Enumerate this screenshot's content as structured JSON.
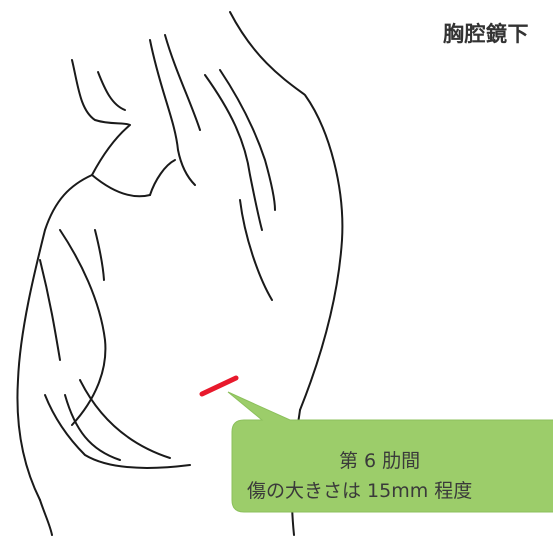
{
  "diagram": {
    "title": "胸腔鏡下",
    "callout": {
      "line1": "第 6 肋間",
      "line2": "傷の大きさは 15mm 程度"
    },
    "colors": {
      "line_art": "#1a1a1a",
      "incision_mark": "#e8192c",
      "callout_fill": "#9ccd6a",
      "callout_text": "#3a3a3a",
      "title_text": "#333333"
    }
  }
}
